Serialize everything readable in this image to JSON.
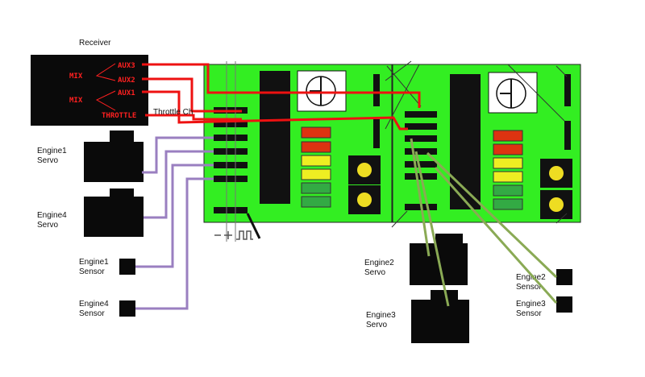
{
  "receiver": {
    "title": "Receiver",
    "channels": [
      "AUX3",
      "AUX2",
      "AUX1",
      "THROTTLE"
    ],
    "mix_labels": [
      "MIX",
      "MIX"
    ]
  },
  "throttle_label": "Throttle Ch",
  "servos": {
    "engine1": [
      "Engine1",
      "Servo"
    ],
    "engine4": [
      "Engine4",
      "Servo"
    ],
    "engine2": [
      "Engine2",
      "Servo"
    ],
    "engine3": [
      "Engine3",
      "Servo"
    ]
  },
  "sensors": {
    "engine1": [
      "Engine1",
      "Sensor"
    ],
    "engine4": [
      "Engine4",
      "Sensor"
    ],
    "engine2": [
      "Engine2",
      "Sensor"
    ],
    "engine3": [
      "Engine3",
      "Sensor"
    ]
  },
  "colors": {
    "board": "#33ee22",
    "wire_red": "#ee1111",
    "wire_purple": "#9a7fc0",
    "wire_olive": "#8aaa55",
    "led_red": "#dd3311",
    "led_yellow": "#eeee22",
    "led_green": "#33aa44"
  }
}
